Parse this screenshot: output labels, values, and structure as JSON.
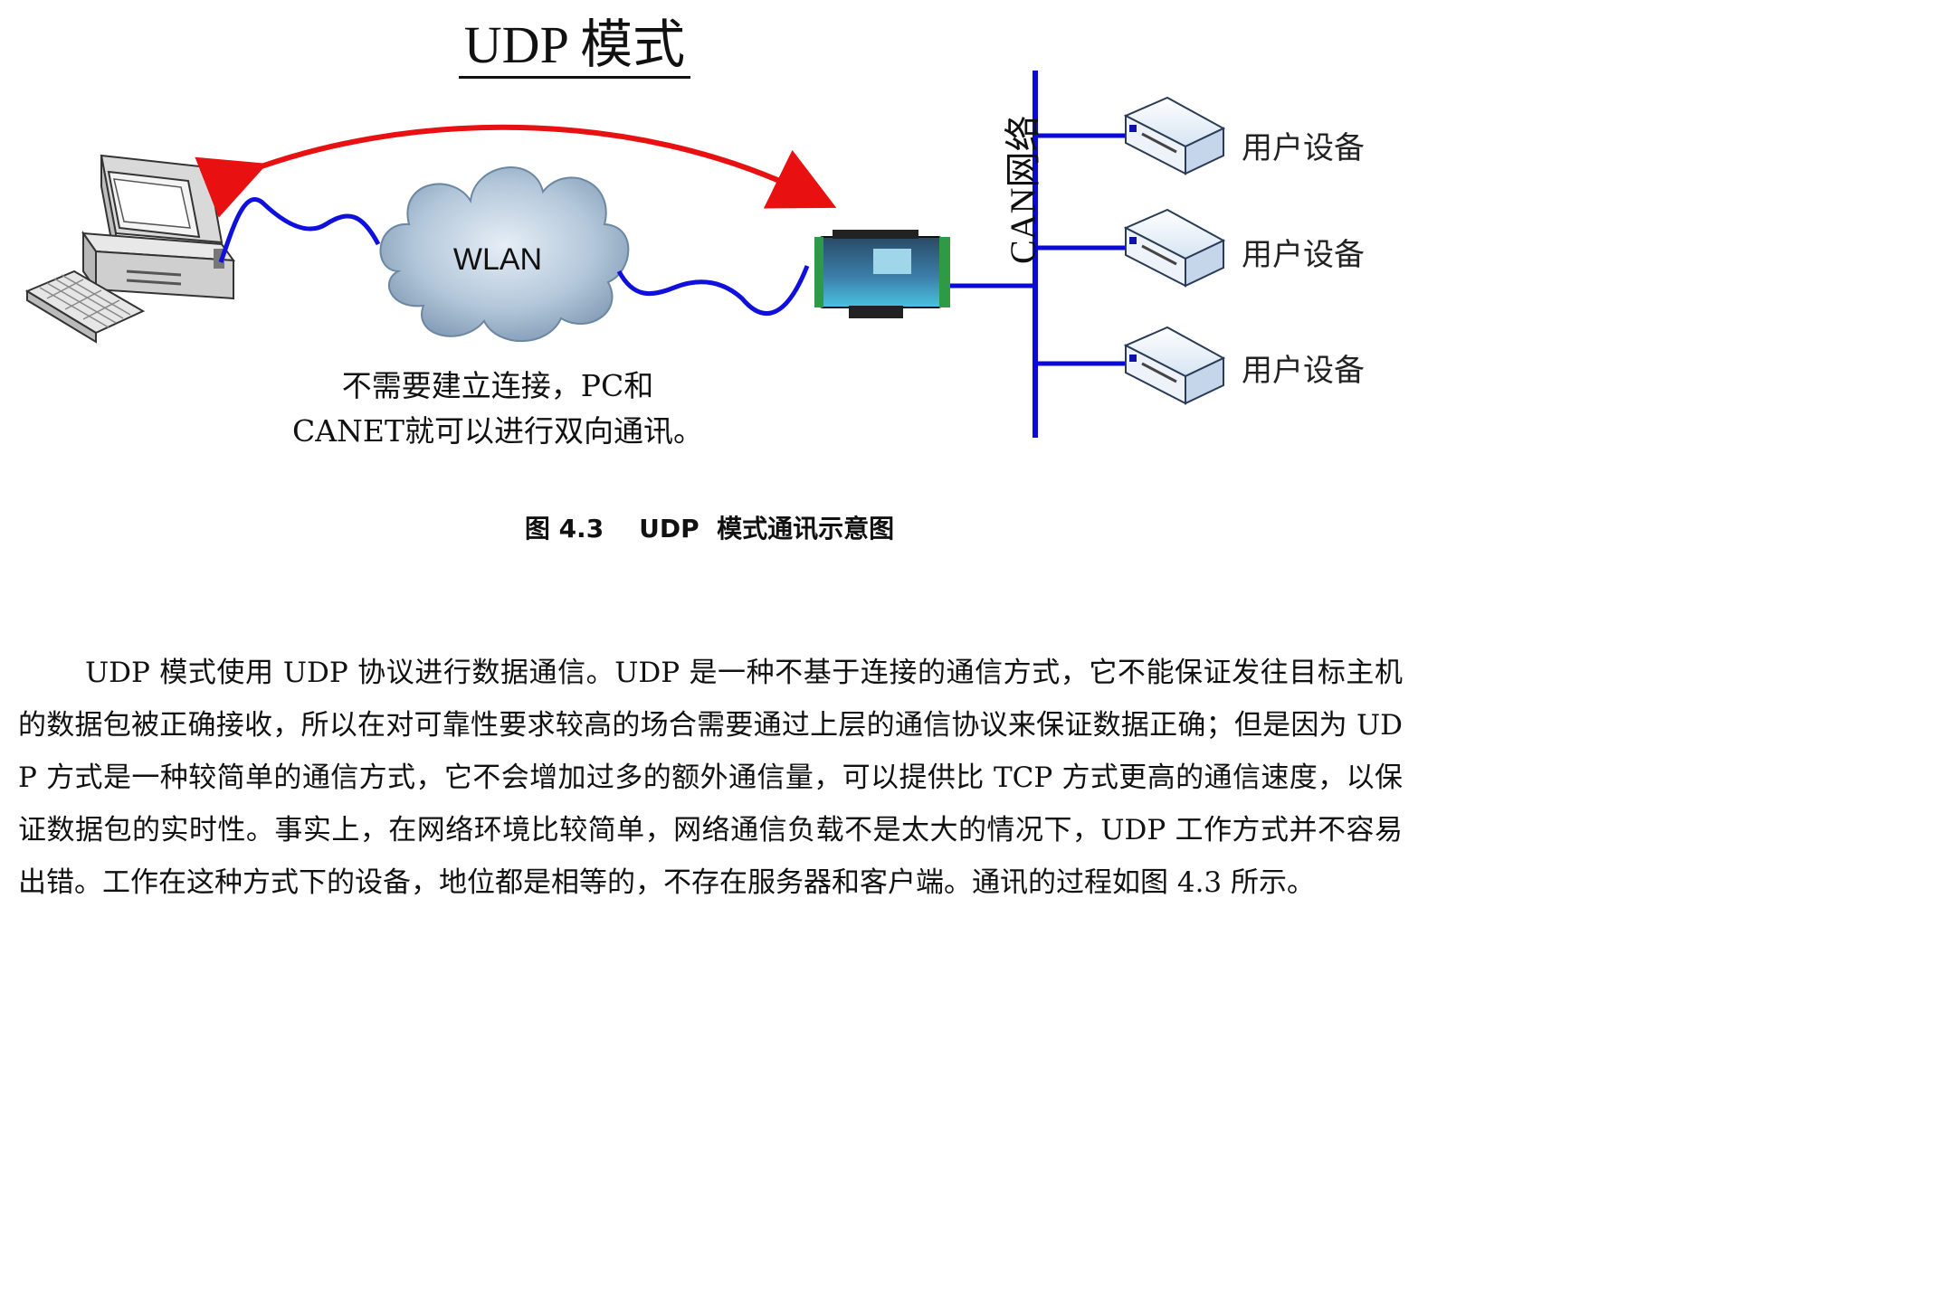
{
  "diagram": {
    "title": "UDP  模式",
    "cloud_label": "WLAN",
    "note_line1": "不需要建立连接，PC和",
    "note_line2": "CANET就可以进行双向通讯。",
    "can_label": "CAN网络",
    "devices": [
      "用户设备",
      "用户设备",
      "用户设备"
    ],
    "colors": {
      "link": "#1010dd",
      "arrow": "#e81010",
      "cloud": "#9fb8cf",
      "bus": "#0a0ad8"
    },
    "icons": [
      "pc-icon",
      "canet-module-icon",
      "user-device-icon",
      "wlan-cloud-icon"
    ]
  },
  "caption": "图 4.3    UDP  模式通讯示意图",
  "paragraph": "UDP 模式使用 UDP 协议进行数据通信。UDP 是一种不基于连接的通信方式，它不能保证发往目标主机的数据包被正确接收，所以在对可靠性要求较高的场合需要通过上层的通信协议来保证数据正确；但是因为 UDP 方式是一种较简单的通信方式，它不会增加过多的额外通信量，可以提供比 TCP 方式更高的通信速度，以保证数据包的实时性。事实上，在网络环境比较简单，网络通信负载不是太大的情况下，UDP 工作方式并不容易出错。工作在这种方式下的设备，地位都是相等的，不存在服务器和客户端。通讯的过程如图 4.3 所示。"
}
